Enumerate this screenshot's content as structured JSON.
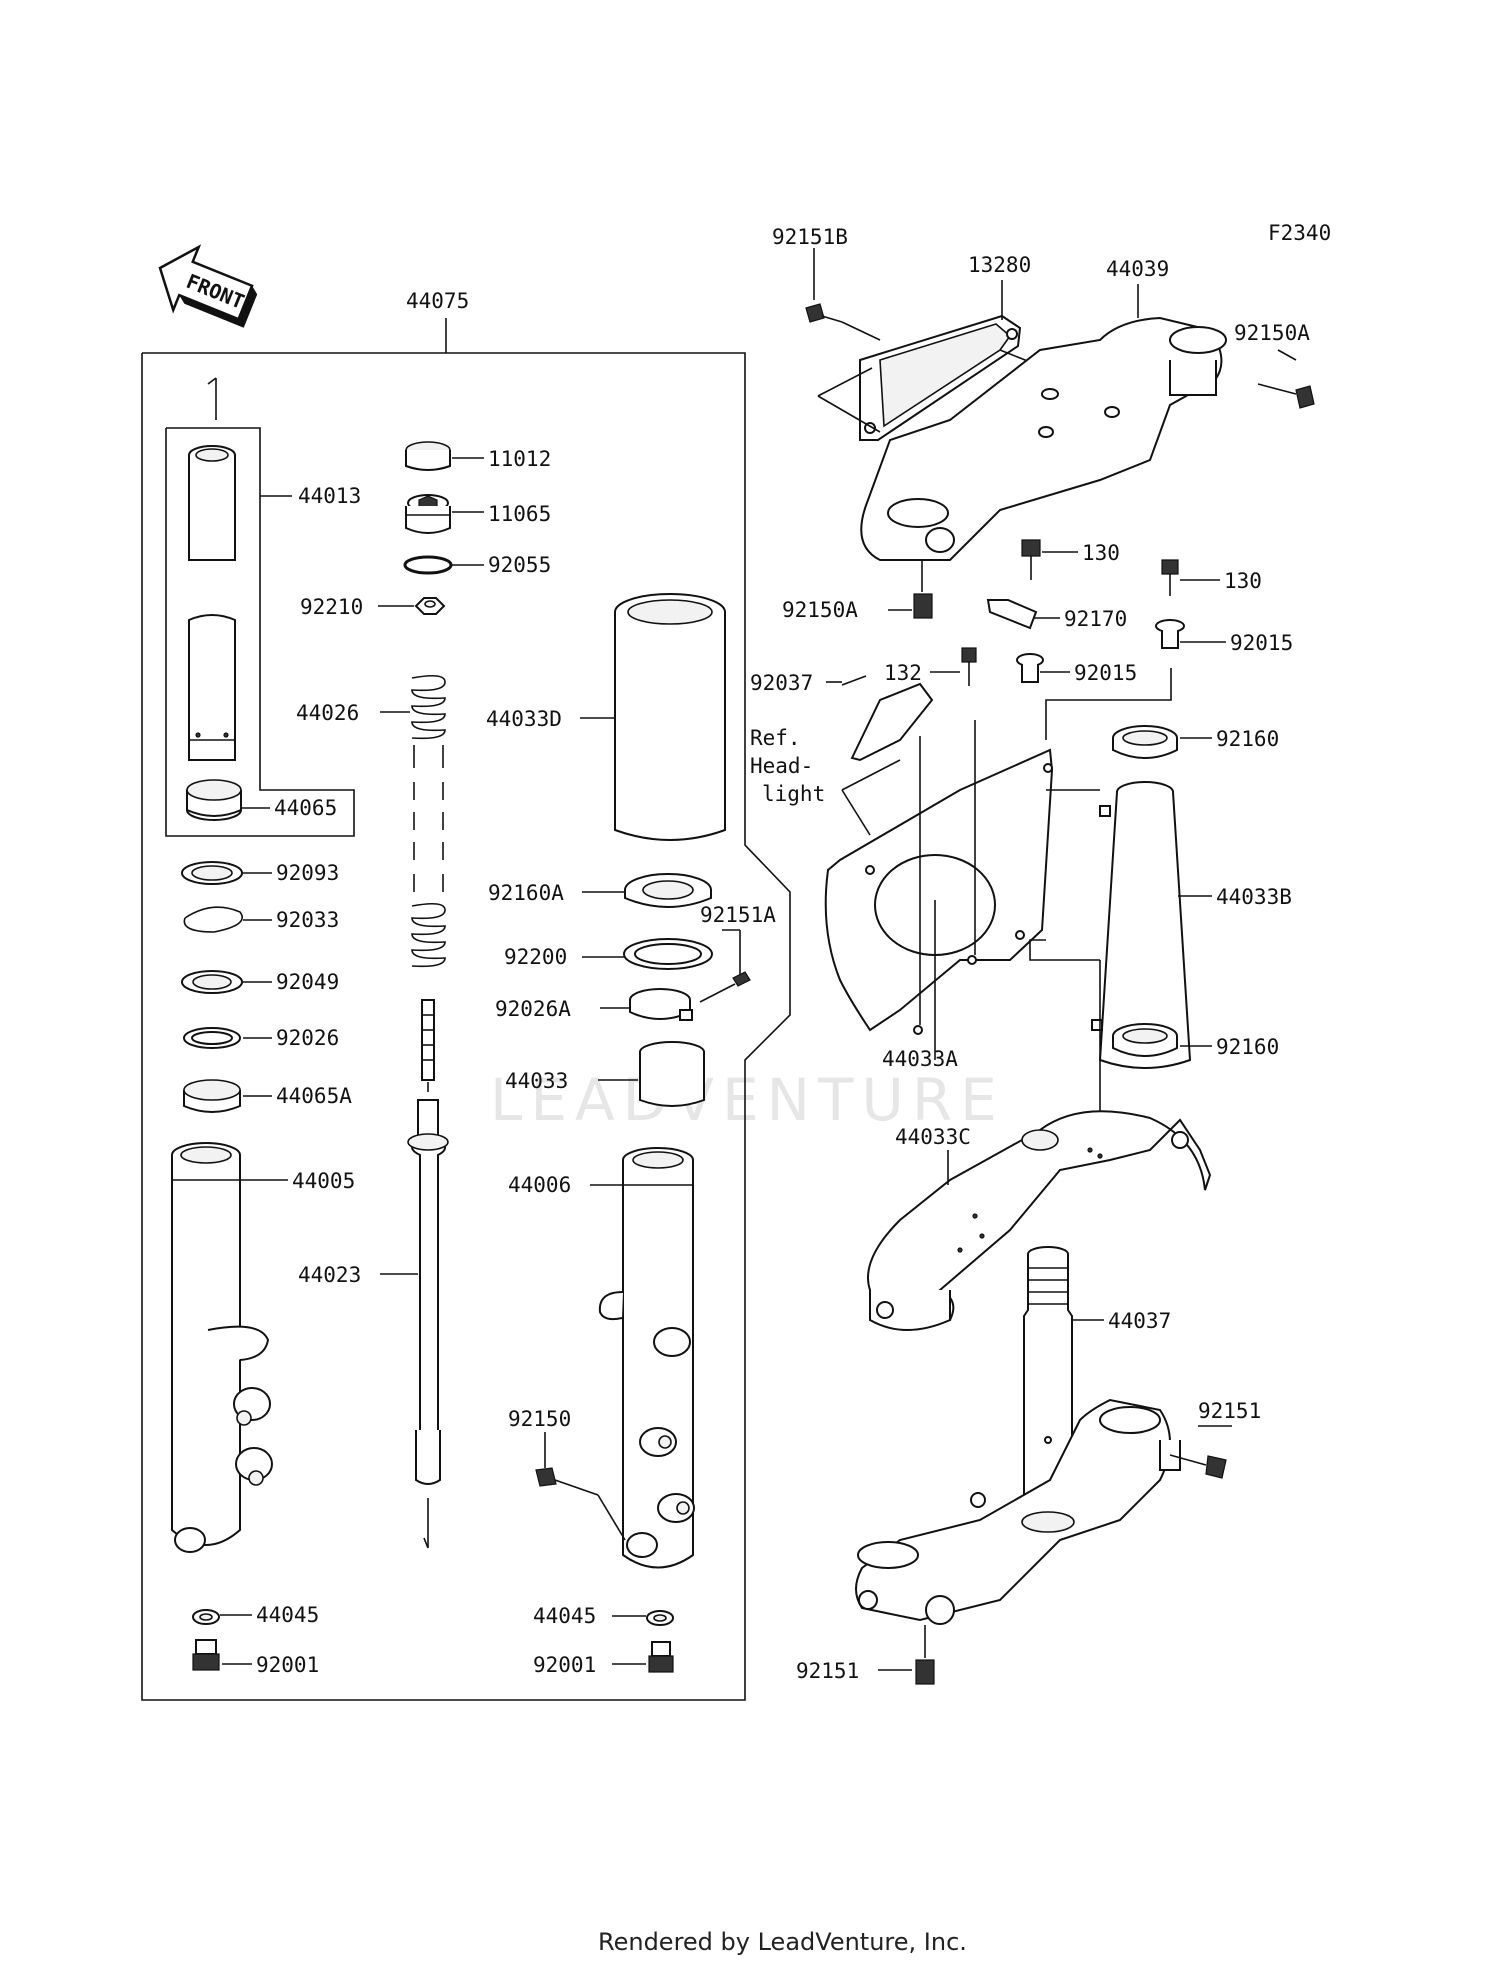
{
  "figure_code": "F2340",
  "front_label": "FRONT",
  "watermark": "LEADVENTURE",
  "footer": "Rendered by LeadVenture, Inc.",
  "ref_note": [
    "Ref.",
    "Head-",
    "light"
  ],
  "labels": {
    "p44075": "44075",
    "p44013": "44013",
    "p11012": "11012",
    "p11065": "11065",
    "p92055": "92055",
    "p92210": "92210",
    "p44026": "44026",
    "p44033D": "44033D",
    "p44065": "44065",
    "p92093": "92093",
    "p92033": "92033",
    "p92049": "92049",
    "p92026": "92026",
    "p44065A": "44065A",
    "p44005": "44005",
    "p44023": "44023",
    "p92160A": "92160A",
    "p92200": "92200",
    "p92151A": "92151A",
    "p92026A": "92026A",
    "p44033": "44033",
    "p44006": "44006",
    "p92150": "92150",
    "p44045_l": "44045",
    "p92001_l": "92001",
    "p44045_r": "44045",
    "p92001_r": "92001",
    "p92151B": "92151B",
    "p13280": "13280",
    "p44039": "44039",
    "p92150A_r": "92150A",
    "p92150A_l": "92150A",
    "p130_a": "130",
    "p130_b": "130",
    "p92170": "92170",
    "p92015_a": "92015",
    "p92015_b": "92015",
    "p92037": "92037",
    "p132": "132",
    "p92160_a": "92160",
    "p44033B": "44033B",
    "p44033A": "44033A",
    "p92160_b": "92160",
    "p44033C": "44033C",
    "p44037": "44037",
    "p92151_r": "92151",
    "p92151_b": "92151"
  }
}
